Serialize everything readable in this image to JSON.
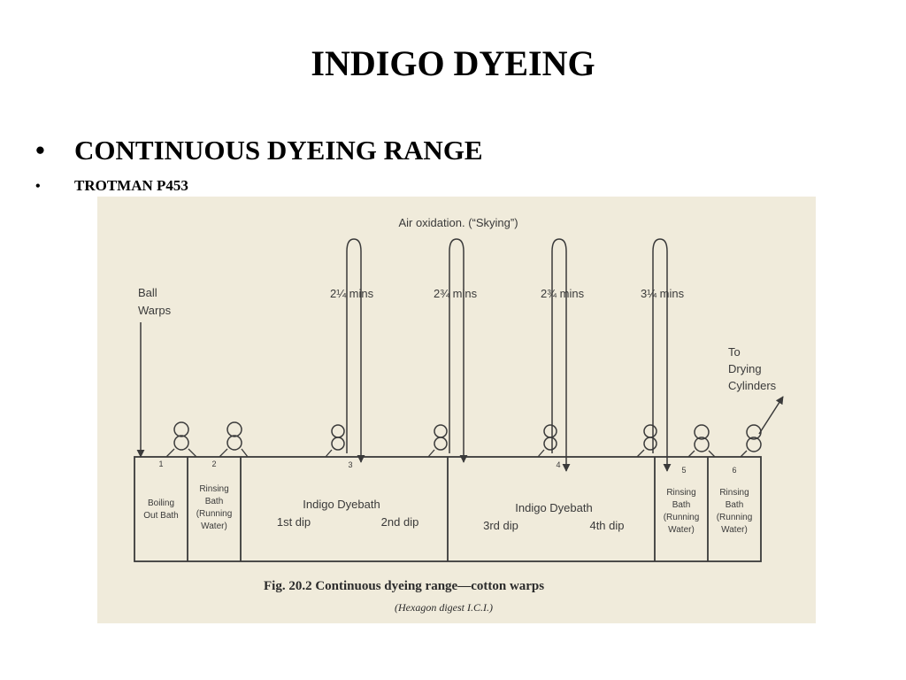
{
  "slide": {
    "title": "INDIGO DYEING",
    "bullets": [
      {
        "text": "CONTINUOUS DYEING RANGE"
      },
      {
        "text": "TROTMAN P453"
      }
    ]
  },
  "figure": {
    "air_label": "Air oxidation. (“Skying”)",
    "ball_warps": [
      "Ball",
      "Warps"
    ],
    "to_drying": [
      "To",
      "Drying",
      "Cylinders"
    ],
    "loops": [
      {
        "time": "2¼ mins"
      },
      {
        "time": "2¾ mins"
      },
      {
        "time": "2¾ mins"
      },
      {
        "time": "3¼ mins"
      }
    ],
    "baths": [
      {
        "number": "1",
        "lines": [
          "Boiling",
          "Out Bath"
        ]
      },
      {
        "number": "2",
        "lines": [
          "Rinsing",
          "Bath",
          "(Running",
          "Water)"
        ]
      },
      {
        "number": "3",
        "lines": [
          "Indigo  Dyebath"
        ],
        "dips": [
          "1st dip",
          "2nd dip"
        ]
      },
      {
        "number": "4",
        "lines": [
          "Indigo  Dyebath"
        ],
        "dips": [
          "3rd dip",
          "4th dip"
        ]
      },
      {
        "number": "5",
        "lines": [
          "Rinsing",
          "Bath",
          "(Running",
          "Water)"
        ]
      },
      {
        "number": "6",
        "lines": [
          "Rinsing",
          "Bath",
          "(Running",
          "Water)"
        ]
      }
    ],
    "caption": "Fig. 20.2  Continuous dyeing range—cotton warps",
    "source": "(Hexagon digest I.C.I.)"
  },
  "colors": {
    "paper": "#f0ebdb",
    "ink": "#3a3a3a"
  }
}
